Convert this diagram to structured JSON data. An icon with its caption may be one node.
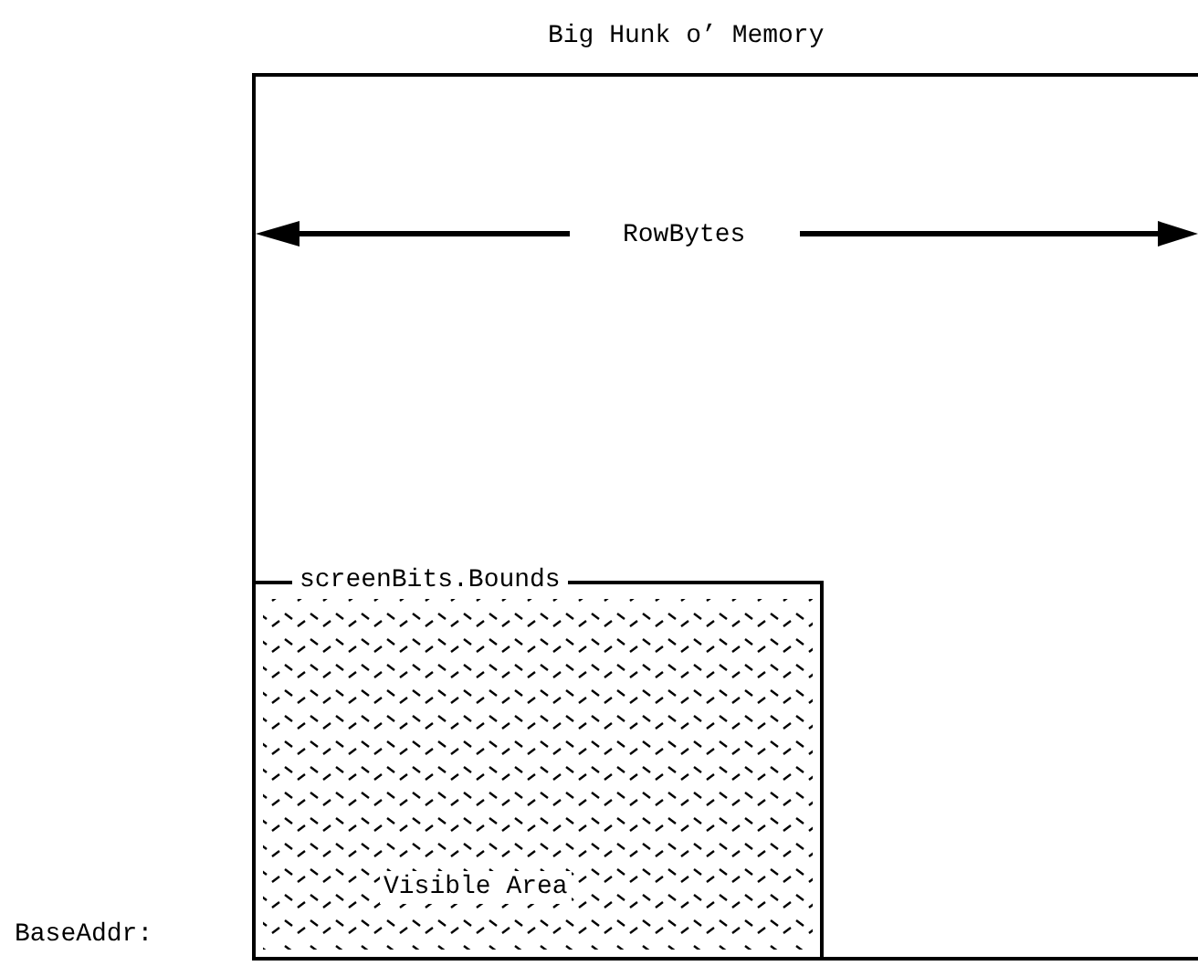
{
  "diagram": {
    "nodes": [
      {
        "text": [
          "Big Hunk o’ Memory"
        ]
      },
      {
        "text": [
          "screenBits.Bounds",
          "Visible Area"
        ],
        "in": 0
      }
    ],
    "labels": [
      "RowBytes",
      "BaseAddr:"
    ]
  }
}
